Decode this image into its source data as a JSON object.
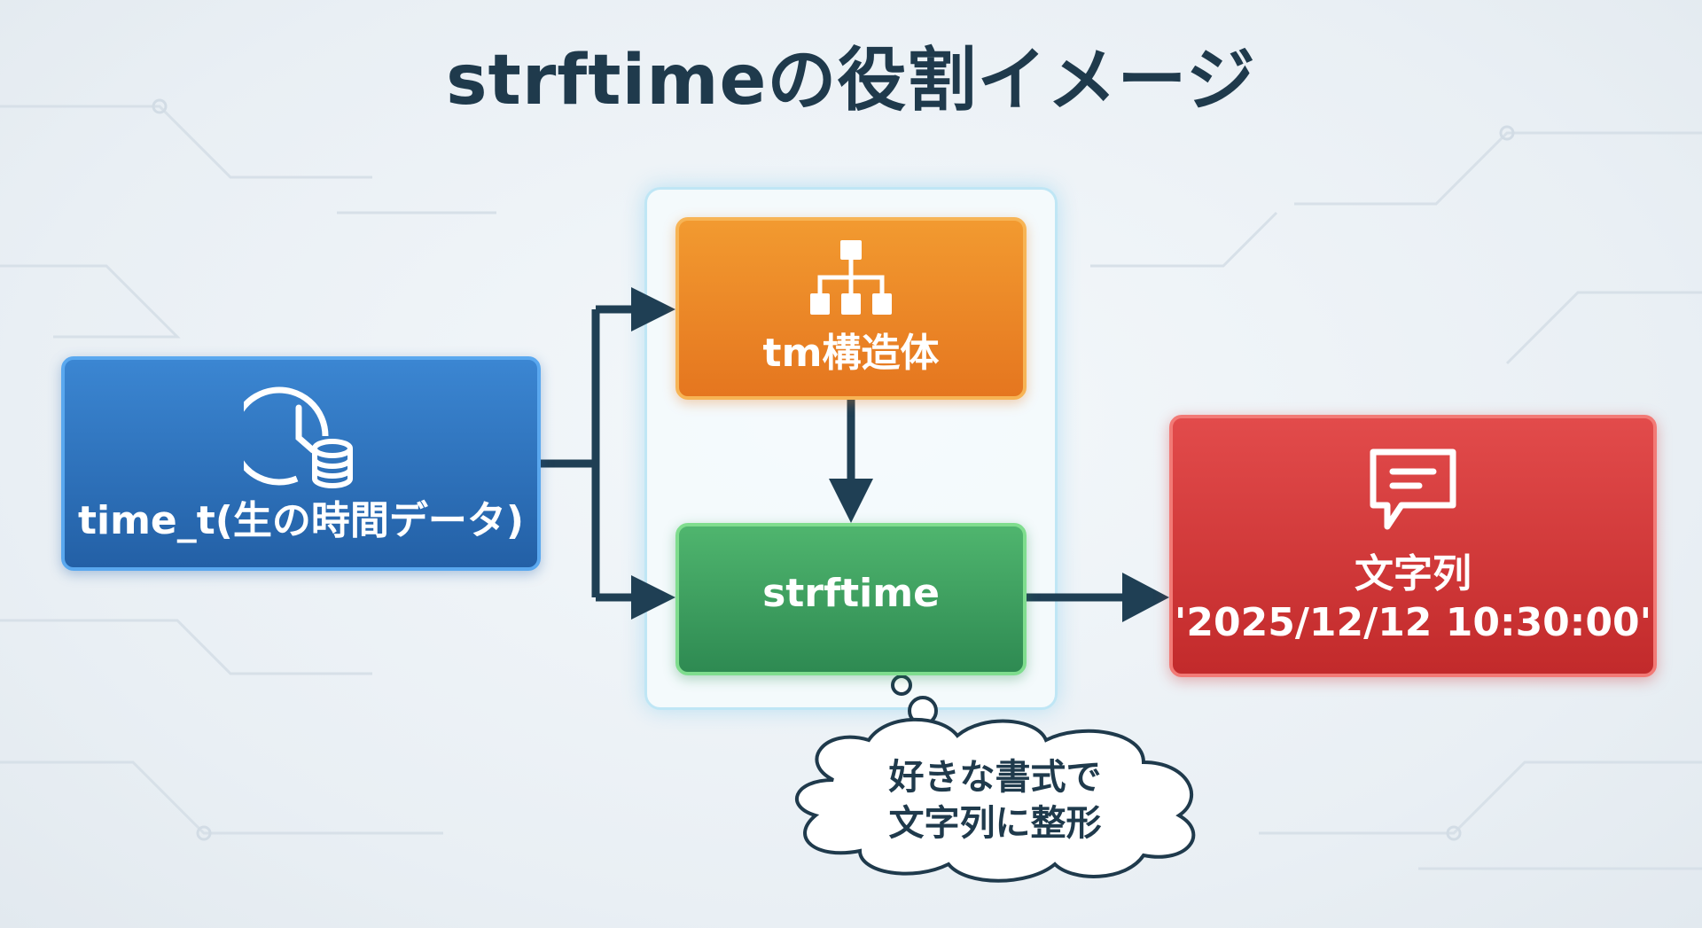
{
  "title": "strftimeの役割イメージ",
  "nodes": {
    "time_t": {
      "label": "time_t(生の時間データ)",
      "icon": "clock-database-icon",
      "color": "#2a6db8"
    },
    "tm": {
      "label": "tm構造体",
      "icon": "hierarchy-icon",
      "color": "#ec8426"
    },
    "strftime": {
      "label": "strftime",
      "color": "#3a9d5d"
    },
    "string": {
      "label": "文字列",
      "value": "'2025/12/12 10:30:00'",
      "icon": "chat-bubble-icon",
      "color": "#d43636"
    }
  },
  "note": {
    "line1": "好きな書式で",
    "line2": "文字列に整形"
  },
  "edges": [
    {
      "from": "time_t",
      "to": "tm"
    },
    {
      "from": "time_t",
      "to": "strftime"
    },
    {
      "from": "tm",
      "to": "strftime"
    },
    {
      "from": "strftime",
      "to": "string"
    }
  ]
}
